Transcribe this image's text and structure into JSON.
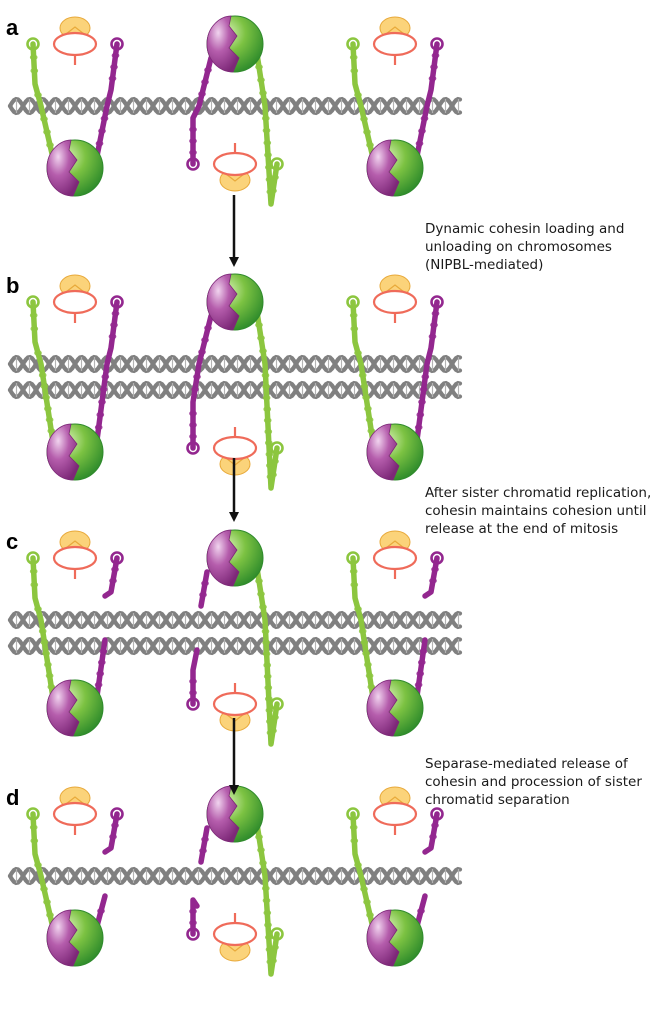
{
  "panels": [
    {
      "letter": "a",
      "strands": 1,
      "state": "closed"
    },
    {
      "letter": "b",
      "strands": 2,
      "state": "closed"
    },
    {
      "letter": "c",
      "strands": 2,
      "state": "cleaved"
    },
    {
      "letter": "d",
      "strands": 1,
      "state": "cleaved"
    }
  ],
  "steps": [
    {
      "lines": [
        "Dynamic cohesin loading and",
        "unloading on chromosomes",
        "(NIPBL-mediated)"
      ]
    },
    {
      "lines": [
        "After sister chromatid replication,",
        "cohesin maintains cohesion until",
        "release at the end of mitosis"
      ]
    },
    {
      "lines": [
        "Separase-mediated release of",
        "cohesin and procession of sister",
        "chromatid separation"
      ]
    }
  ],
  "colors": {
    "smc_green": "#8cc63f",
    "smc_purple": "#93278f",
    "kleisin_ring": "#ef6b5a",
    "kleisin_fill": "#ffffff",
    "sa_cap": "#fbd37a",
    "dna": "#808080",
    "head_green": "#39a935",
    "head_purple": "#a0449a",
    "arrow": "#111111"
  }
}
